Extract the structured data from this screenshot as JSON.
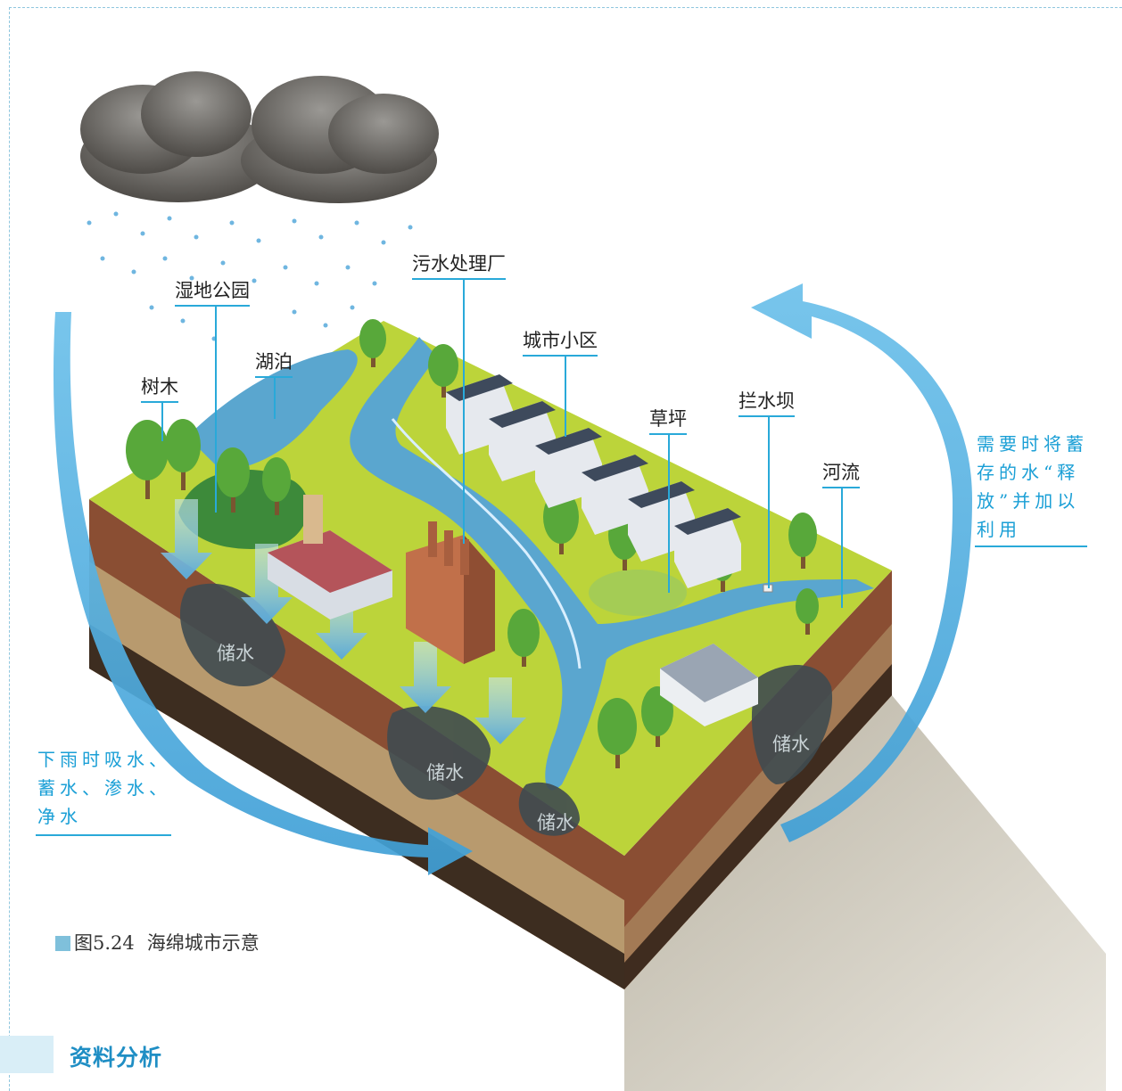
{
  "labels": {
    "wetland_park": "湿地公园",
    "lake": "湖泊",
    "trees": "树木",
    "sewage_plant": "污水处理厂",
    "residential": "城市小区",
    "lawn": "草坪",
    "dam": "拦水坝",
    "river": "河流"
  },
  "storage_label": "储水",
  "notes": {
    "left_lines": [
      "下雨时吸水、",
      "蓄水、渗水、",
      "净水"
    ],
    "right_lines": [
      "需要时将蓄",
      "存的水“释",
      "放”并加以",
      "利用"
    ]
  },
  "caption": {
    "figure_number": "图5.24",
    "title": "海绵城市示意"
  },
  "section_title": "资料分析",
  "colors": {
    "grass": "#bcd43a",
    "water": "#5aa6cf",
    "arrow": "#5ab3e3",
    "soil_dark": "#7a4a33",
    "label_line": "#29a9d9",
    "note_text": "#1a9fd6"
  }
}
